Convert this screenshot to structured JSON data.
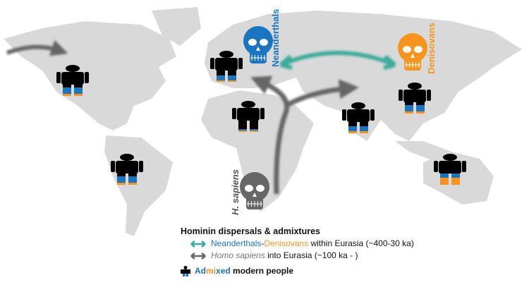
{
  "labels": {
    "neanderthals": "Neanderthals",
    "denisovans": "Denisovans",
    "sapiens": "H. sapiens"
  },
  "legend": {
    "title": "Hominin dispersals & admixtures",
    "row1": {
      "a": "Neanderthals",
      "dash": "-",
      "b": "Denisovans",
      "rest": "within Eurasia (~400-30 ka)"
    },
    "row2": {
      "a": "Homo sapiens",
      "rest": "into Eurasia (~100 ka - )"
    },
    "admixed": {
      "ad": "Ad",
      "mi": "mi",
      "xed": "xed",
      "rest": "modern people"
    }
  },
  "colors": {
    "neanderthal": "#1a75c0",
    "denisovan": "#f7941d",
    "sapiens": "#666666",
    "teal": "#3aab9a",
    "land": "#d9d9d9"
  }
}
